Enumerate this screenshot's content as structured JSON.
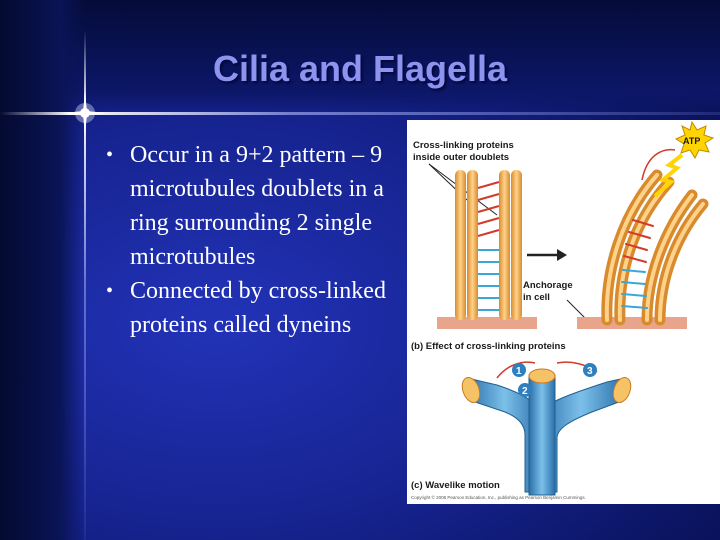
{
  "slide": {
    "title": "Cilia and Flagella",
    "bullets": [
      "Occur in a 9+2 pattern – 9 microtubules doublets in a ring surrounding 2 single microtubules",
      "Connected by cross-linked proteins called dyneins"
    ],
    "bullet_symbol": "•"
  },
  "figure": {
    "label_cross_linking_1": "Cross-linking proteins",
    "label_cross_linking_2": "inside outer doublets",
    "label_atp": "ATP",
    "label_anchorage_1": "Anchorage",
    "label_anchorage_2": "in cell",
    "caption_b": "(b) Effect of cross-linking proteins",
    "caption_c": "(c) Wavelike motion",
    "step_1": "1",
    "step_2": "2",
    "step_3": "3",
    "copyright": "Copyright © 2008 Pearson Education, Inc., publishing as Pearson Benjamin Cummings."
  },
  "colors": {
    "title": "#8f93f0",
    "tubule": "#f5b35a",
    "tubule_dark": "#c97a22",
    "crosslink_blue": "#3aa7d8",
    "crosslink_red": "#d23a2a",
    "atp_yellow": "#ffd400",
    "cilium_blue": "#3f8fc9"
  }
}
